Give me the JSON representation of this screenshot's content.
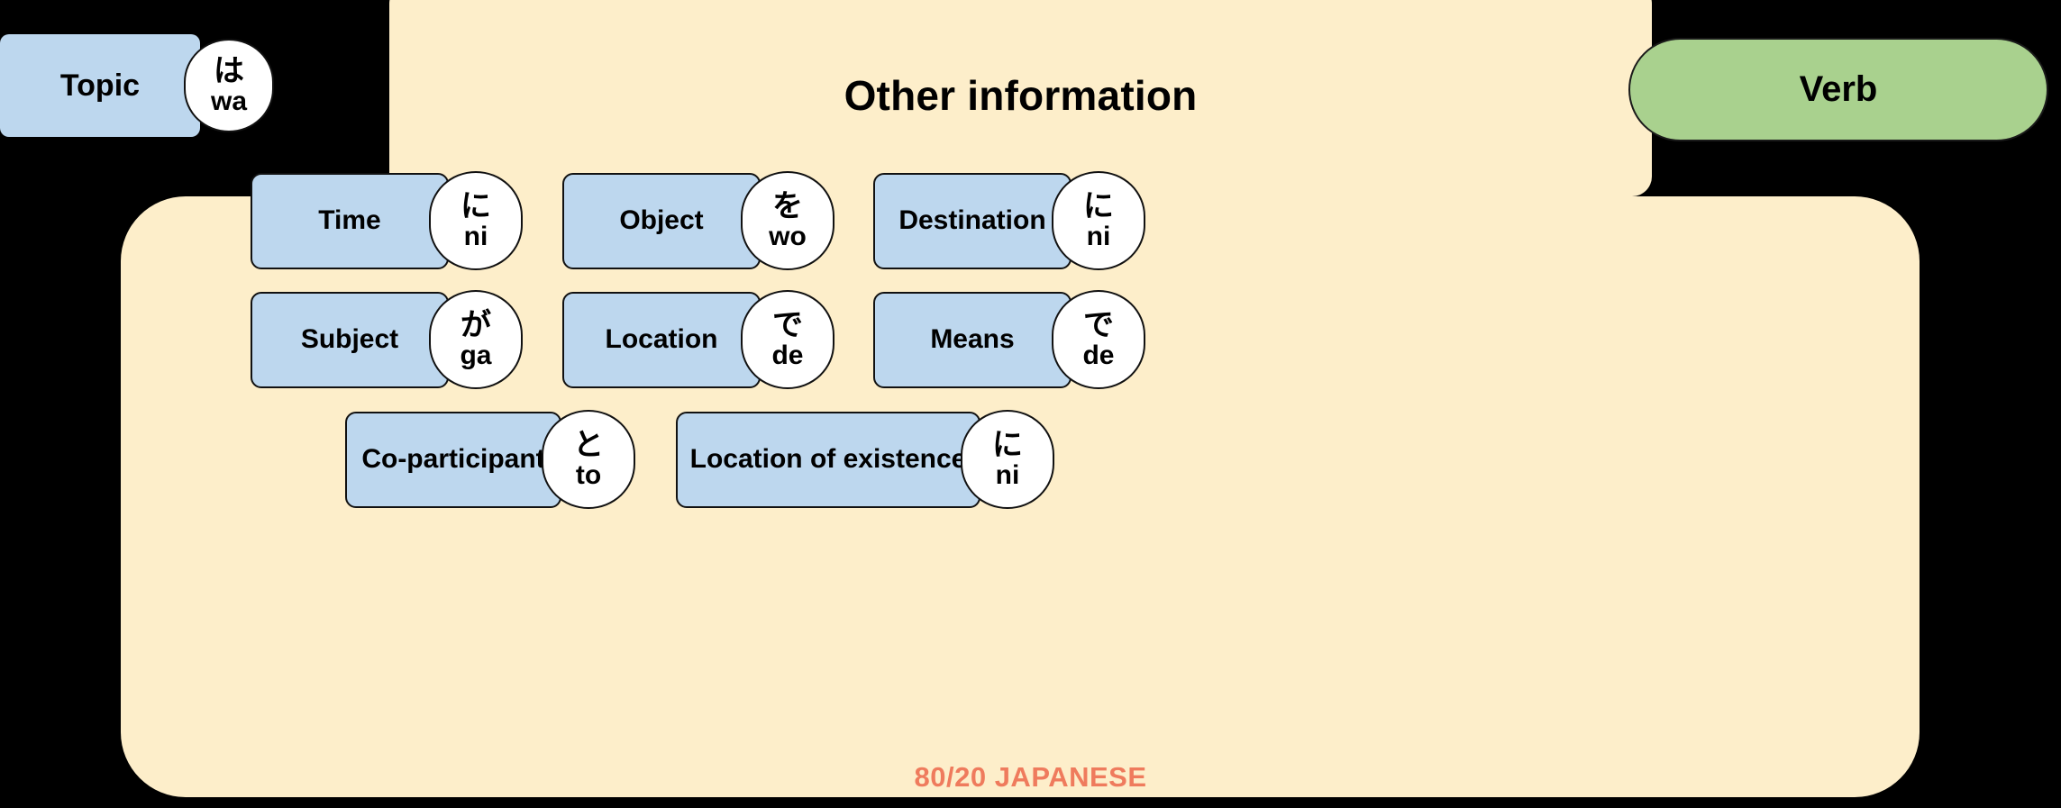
{
  "diagram": {
    "title": "Japanese sentence structure particle map",
    "colors": {
      "background": "#000000",
      "panel_cream": "#fdeeca",
      "chip_blue": "#bdd7ee",
      "verb_green": "#a9d18e",
      "particle_white": "#ffffff",
      "outline": "#111111",
      "watermark": "#ef7b5d"
    }
  },
  "top_row": {
    "topic": {
      "label": "Topic",
      "particle_kana": "は",
      "particle_romaji": "wa"
    },
    "other_information_label": "Other information",
    "verb_label": "Verb"
  },
  "other_information": {
    "rows": [
      [
        {
          "label": "Time",
          "particle_kana": "に",
          "particle_romaji": "ni"
        },
        {
          "label": "Object",
          "particle_kana": "を",
          "particle_romaji": "wo"
        },
        {
          "label": "Destination",
          "particle_kana": "に",
          "particle_romaji": "ni"
        }
      ],
      [
        {
          "label": "Subject",
          "particle_kana": "が",
          "particle_romaji": "ga"
        },
        {
          "label": "Location",
          "particle_kana": "で",
          "particle_romaji": "de"
        },
        {
          "label": "Means",
          "particle_kana": "で",
          "particle_romaji": "de"
        }
      ],
      [
        {
          "label": "Co-participant",
          "particle_kana": "と",
          "particle_romaji": "to"
        },
        {
          "label": "Location of existence",
          "particle_kana": "に",
          "particle_romaji": "ni"
        }
      ]
    ]
  },
  "footer": {
    "watermark": "80/20 JAPANESE"
  }
}
